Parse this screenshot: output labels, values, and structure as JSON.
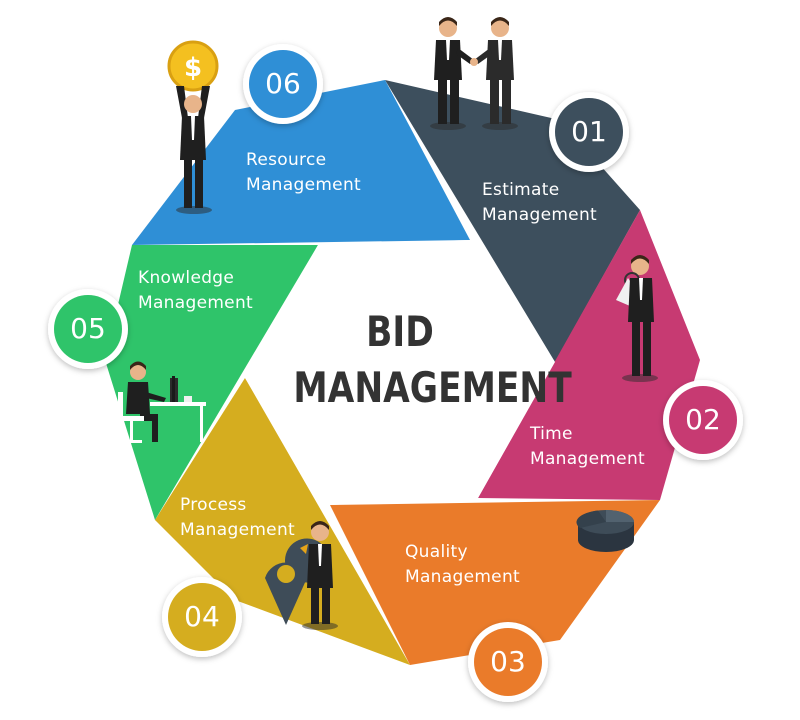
{
  "center": {
    "line1": "BID",
    "line2": "MANAGEMENT"
  },
  "segments": [
    {
      "number": "01",
      "line1": "Estimate",
      "line2": "Management",
      "color": "#3d4f5d"
    },
    {
      "number": "02",
      "line1": "Time",
      "line2": "Management",
      "color": "#c73a72"
    },
    {
      "number": "03",
      "line1": "Quality",
      "line2": "Management",
      "color": "#ea7b2a"
    },
    {
      "number": "04",
      "line1": "Process",
      "line2": "Management",
      "color": "#d5ad1f"
    },
    {
      "number": "05",
      "line1": "Knowledge",
      "line2": "Management",
      "color": "#2fc46a"
    },
    {
      "number": "06",
      "line1": "Resource",
      "line2": "Management",
      "color": "#2f8fd6"
    }
  ],
  "icons": [
    "handshake-businessmen-icon",
    "magnifier-businessman-icon",
    "pie-chart-3d-icon",
    "map-pin-businessman-icon",
    "desk-computer-worker-icon",
    "coin-holding-businessman-icon"
  ]
}
